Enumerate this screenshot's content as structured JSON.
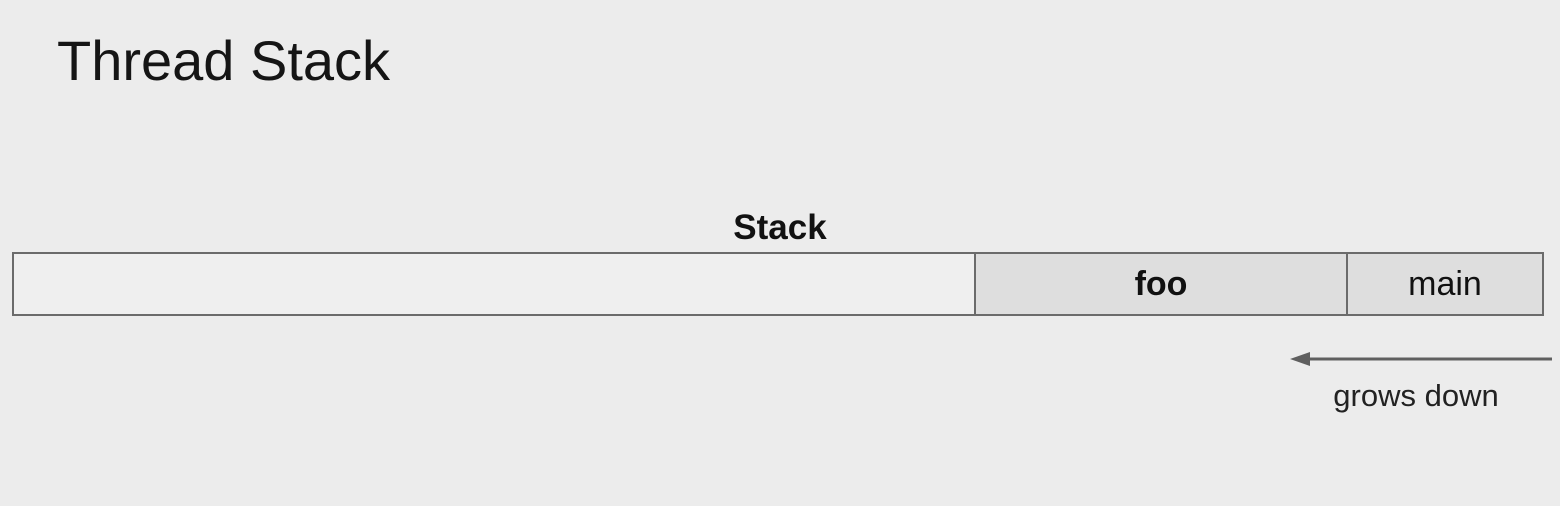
{
  "title": "Thread Stack",
  "diagram": {
    "stack_label": "Stack",
    "frames": [
      "foo",
      "main"
    ],
    "growth_direction_label": "grows down",
    "colors": {
      "background": "#ececec",
      "frame_fill": "#dedede",
      "free_fill": "#efefef",
      "border": "#6b6b6b",
      "arrow": "#5f5f5f"
    },
    "icons": {
      "arrow": "left-arrow-icon"
    }
  }
}
